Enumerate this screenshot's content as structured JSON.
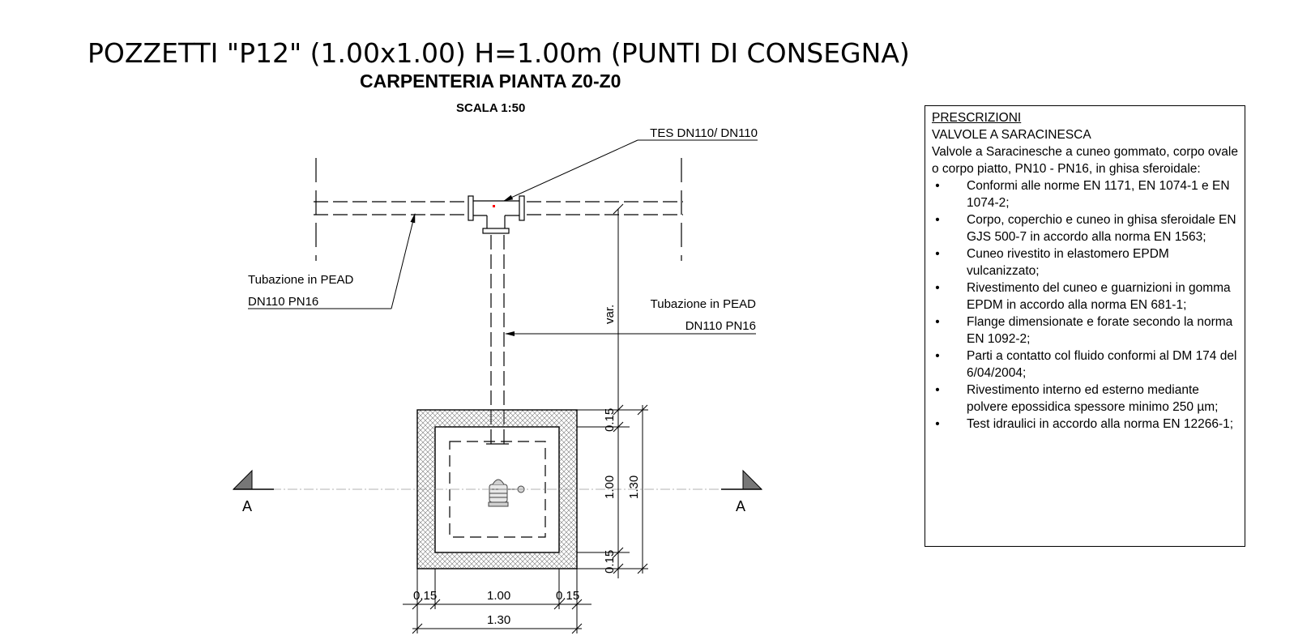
{
  "title": "POZZETTI \"P12\" (1.00x1.00) H=1.00m (PUNTI DI CONSEGNA)",
  "subtitle": "CARPENTERIA PIANTA Z0-Z0",
  "scale": "SCALA 1:50",
  "labels": {
    "tee": "TES DN110/ DN110",
    "pipe_left_line1": "Tubazione in PEAD",
    "pipe_left_line2": "DN110 PN16",
    "pipe_right_line1": "Tubazione in PEAD",
    "pipe_right_line2": "DN110 PN16",
    "var": "var.",
    "section_left": "A",
    "section_right": "A"
  },
  "dimensions": {
    "v_top": "0.15",
    "v_mid": "1.00",
    "v_bottom": "0.15",
    "v_total": "1.30",
    "h_left": "0.15",
    "h_mid": "1.00",
    "h_right": "0.15",
    "h_total": "1.30"
  },
  "specs": {
    "heading": "PRESCRIZIONI",
    "subheading": "VALVOLE A SARACINESCA",
    "intro": "Valvole a Saracinesche a cuneo gommato, corpo ovale o corpo piatto, PN10 - PN16, in ghisa sferoidale:",
    "bullet_symbol": "•",
    "items": [
      "Conformi alle norme EN 1171, EN 1074-1 e EN 1074-2;",
      "Corpo, coperchio e cuneo in ghisa sferoidale EN GJS 500-7 in accordo alla norma EN 1563;",
      "Cuneo rivestito in elastomero EPDM vulcanizzato;",
      "Rivestimento del cuneo e guarnizioni in gomma EPDM in accordo alla norma EN 681-1;",
      "Flange dimensionate e forate secondo la norma EN 1092-2;",
      "Parti a contatto col fluido conformi al DM 174 del 6/04/2004;",
      "Rivestimento interno ed esterno mediante polvere epossidica spessore minimo 250 µm;",
      "Test idraulici in accordo alla norma EN 12266-1;"
    ]
  },
  "colors": {
    "line": "#000000",
    "hatch": "#7a7a7a",
    "axis": "#9a9a9a",
    "marker": "#ff0000"
  }
}
